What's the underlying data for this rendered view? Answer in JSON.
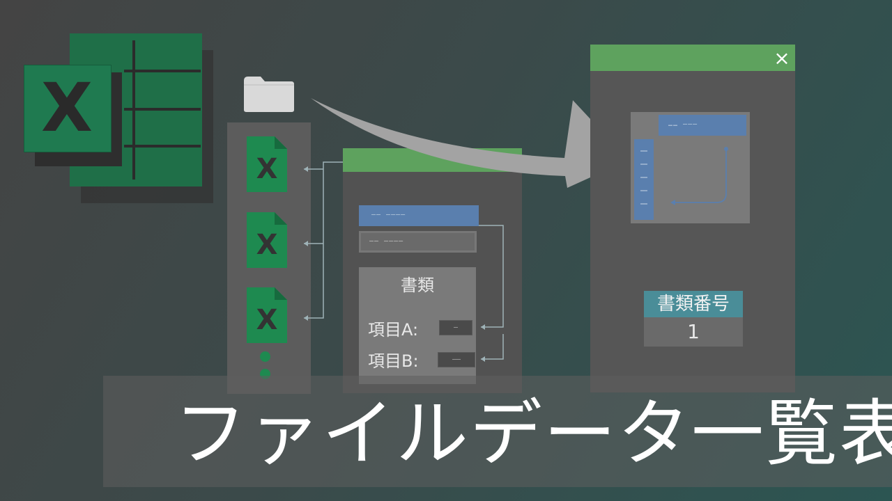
{
  "colors": {
    "excel_green": "#1f7a50",
    "window_title_green": "#5ea25e",
    "field_blue": "#5a7fae",
    "header_teal": "#4a8d98"
  },
  "icons": {
    "excel_logo": "excel-logo-icon",
    "folder": "folder-icon",
    "excel_file": "excel-file-icon",
    "close": "close-icon",
    "arrow": "curved-arrow-icon"
  },
  "excel_logo": {
    "letter": "X"
  },
  "file_list": {
    "file_letter": "X"
  },
  "small_window": {
    "close_label": "×",
    "field1_text": "——  ————",
    "field2_text": "——  ————",
    "doc_title": "書類",
    "item_a_label": "項目A:",
    "item_a_value": "—",
    "item_b_label": "項目B:",
    "item_b_value": "——"
  },
  "big_window": {
    "close_label": "×",
    "preview_header_text": "……  ———",
    "doc_number_header": "書類番号",
    "doc_number_value": "1"
  },
  "banner": {
    "title": "ファイルデータ一覧表"
  }
}
